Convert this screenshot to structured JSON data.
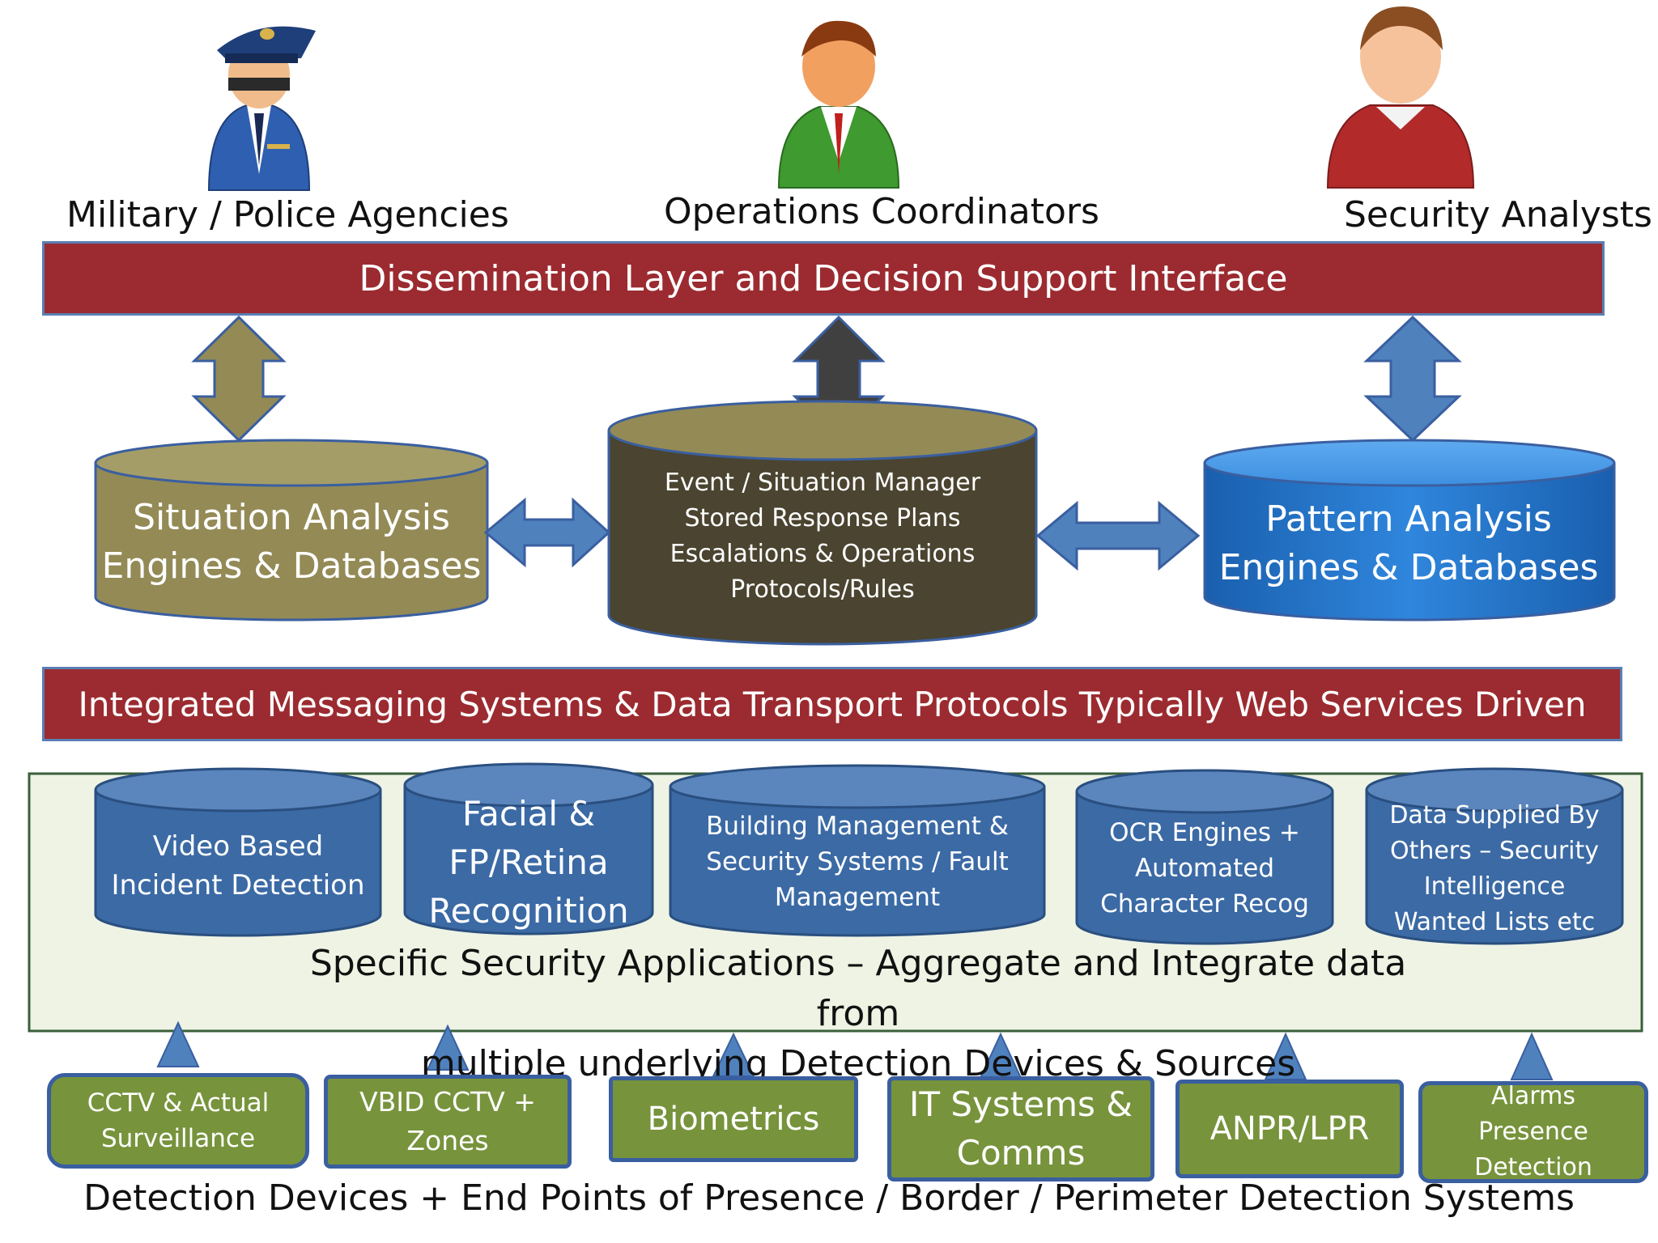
{
  "actors": [
    {
      "label": "Military / Police  Agencies",
      "icon": "police-officer-icon",
      "color": "#2f5fb0"
    },
    {
      "label": "Operations Coordinators",
      "icon": "coordinator-person-icon",
      "color": "#3f9a2f"
    },
    {
      "label": "Security Analysts",
      "icon": "analyst-person-icon",
      "color": "#b32a2a"
    }
  ],
  "top_bar": "Dissemination Layer and Decision Support Interface",
  "engines": {
    "situation": [
      "Situation Analysis",
      "Engines & Databases"
    ],
    "event_manager": [
      "Event / Situation Manager",
      "Stored Response Plans",
      "Escalations & Operations",
      "Protocols/Rules"
    ],
    "pattern": [
      "Pattern Analysis",
      "Engines & Databases"
    ]
  },
  "messaging_bar": "Integrated Messaging Systems  & Data Transport Protocols Typically Web Services Driven",
  "applications": [
    {
      "lines": [
        "Video Based",
        "Incident Detection"
      ]
    },
    {
      "lines": [
        "Facial  &",
        "FP/Retina",
        "Recognition"
      ]
    },
    {
      "lines": [
        "Building Management &",
        "Security Systems / Fault",
        "Management"
      ]
    },
    {
      "lines": [
        "OCR Engines +",
        "Automated",
        "Character Recog"
      ]
    },
    {
      "lines": [
        "Data  Supplied By",
        "Others – Security",
        "Intelligence",
        "Wanted Lists etc"
      ]
    }
  ],
  "applications_caption": [
    "Specific Security Applications – Aggregate and  Integrate data from",
    "multiple underlying Detection Devices & Sources"
  ],
  "devices": [
    {
      "lines": [
        "CCTV & Actual",
        "Surveillance"
      ]
    },
    {
      "lines": [
        "VBID CCTV +",
        "Zones"
      ]
    },
    {
      "lines": [
        "Biometrics"
      ]
    },
    {
      "lines": [
        "IT Systems &",
        "Comms"
      ]
    },
    {
      "lines": [
        "ANPR/LPR"
      ]
    },
    {
      "lines": [
        "Alarms",
        "Presence",
        "Detection"
      ]
    }
  ],
  "bottom_caption": "Detection Devices + End Points of Presence  / Border / Perimeter Detection Systems",
  "colors": {
    "red_bar": "#9b2b30",
    "olive": "#938a56",
    "dark_olive": "#4a4430",
    "blue": "#1f6fc4",
    "app_blue": "#3b6aa5",
    "device_green": "#77933c",
    "panel": "#eef3e4"
  }
}
